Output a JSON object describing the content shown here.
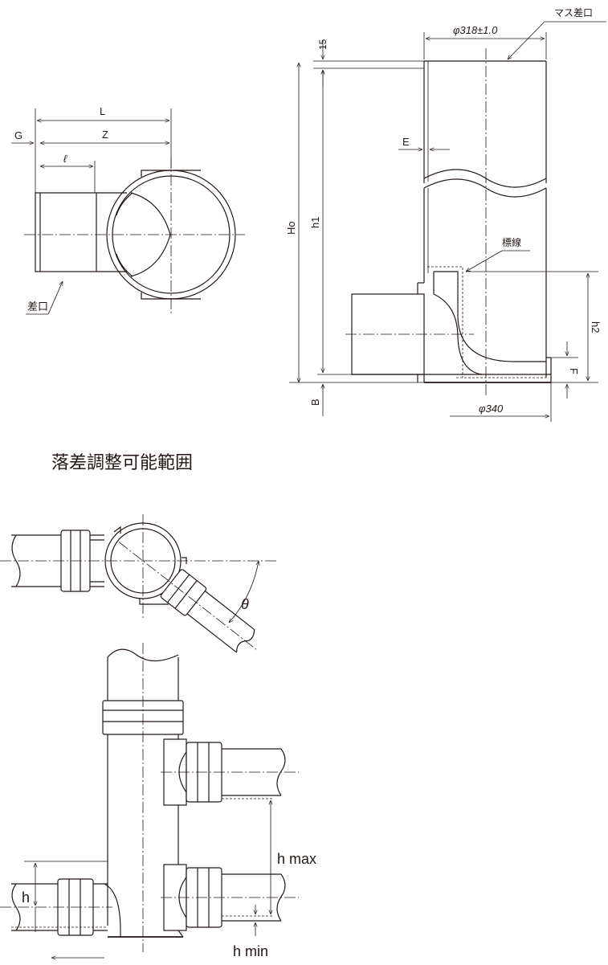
{
  "top_left": {
    "dim_L": "L",
    "dim_G": "G",
    "dim_Z": "Z",
    "dim_ell": "ℓ",
    "label_spigot": "差口"
  },
  "top_right": {
    "dim_15": "15",
    "dim_phi318": "φ318±1.0",
    "label_mass_spigot": "マス差口",
    "dim_E": "E",
    "dim_Ho": "Ho",
    "dim_h1": "h1",
    "label_marker": "標線",
    "dim_h2": "h2",
    "dim_F": "F",
    "dim_B": "B",
    "dim_phi340": "φ340"
  },
  "section_title": "落差調整可能範囲",
  "bottom": {
    "angle": "θ",
    "h_max": "h max",
    "h": "h",
    "h_min": "h min"
  }
}
